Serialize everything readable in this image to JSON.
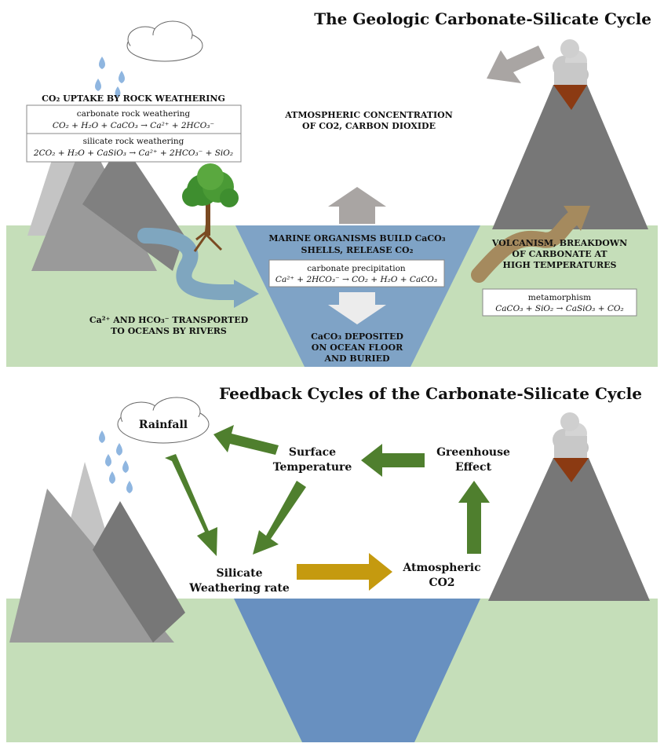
{
  "top": {
    "title": "The Geologic Carbonate-Silicate Cycle",
    "uptake_heading": "CO₂ UPTAKE BY ROCK WEATHERING",
    "carbonate_weathering_label": "carbonate rock weathering",
    "carbonate_weathering_eq": "CO₂ + H₂O + CaCO₃ → Ca²⁺ + 2HCO₃⁻",
    "silicate_weathering_label": "silicate rock weathering",
    "silicate_weathering_eq": "2CO₂ + H₂O + CaSiO₃ → Ca²⁺ + 2HCO₃⁻ + SiO₂",
    "atmos_line1": "ATMOSPHERIC CONCENTRATION",
    "atmos_line2": "OF CO2, CARBON DIOXIDE",
    "marine_line1": "MARINE ORGANISMS BUILD CaCO₃",
    "marine_line2": "SHELLS, RELEASE CO₂",
    "precip_label": "carbonate precipitation",
    "precip_eq": "Ca²⁺ + 2HCO₃⁻ → CO₂ + H₂O + CaCO₃",
    "transport_line1": "Ca²⁺ AND HCO₃⁻ TRANSPORTED",
    "transport_line2": "TO OCEANS BY RIVERS",
    "deposit_line1": "CaCO₃ DEPOSITED",
    "deposit_line2": "ON OCEAN FLOOR",
    "deposit_line3": "AND BURIED",
    "volcanism_line1": "VOLCANISM, BREAKDOWN",
    "volcanism_line2": "OF CARBONATE AT",
    "volcanism_line3": "HIGH TEMPERATURES",
    "meta_label": "metamorphism",
    "meta_eq": "CaCO₃ + SiO₂ → CaSiO₃ + CO₂"
  },
  "bottom": {
    "title": "Feedback Cycles of the Carbonate-Silicate Cycle",
    "rainfall": "Rainfall",
    "surface_line1": "Surface",
    "surface_line2": "Temperature",
    "greenhouse_line1": "Greenhouse",
    "greenhouse_line2": "Effect",
    "silicate_line1": "Silicate",
    "silicate_line2": "Weathering rate",
    "atmos_line1": "Atmospheric",
    "atmos_line2": "CO2"
  },
  "colors": {
    "land": "#c5deb9",
    "ocean": "#7fa3c6",
    "ocean_deep": "#6890c0",
    "mountain_dark": "#777777",
    "mountain_mid": "#9a9a9a",
    "mountain_light": "#c4c4c4",
    "green_arrow": "#4f7f2e",
    "gold_arrow": "#c59a0f",
    "gray_arrow": "#a9a5a3",
    "lava": "#8b3a12",
    "rain": "#8fb6e0"
  },
  "icons": [
    "cloud-icon",
    "raindrop-icon",
    "mountain-icon",
    "volcano-icon",
    "tree-icon",
    "arrow-icon"
  ]
}
